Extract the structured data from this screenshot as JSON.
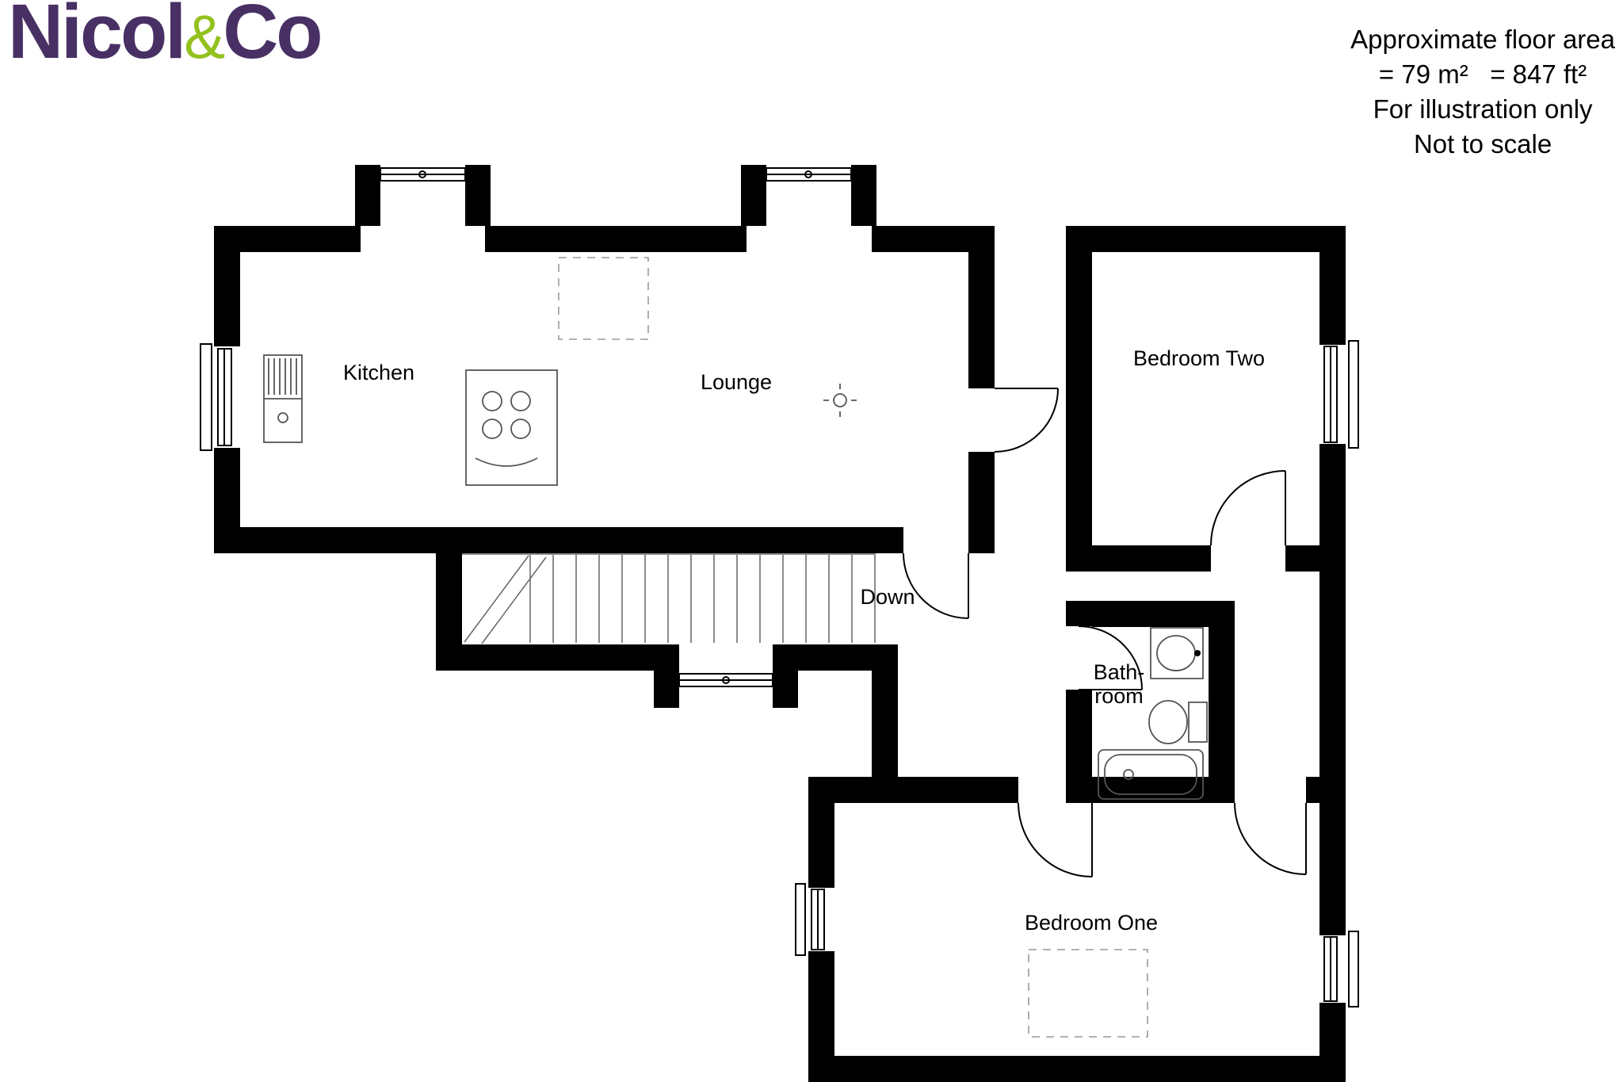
{
  "header": {
    "logo": {
      "first": "Nicol",
      "amp": "&",
      "second": "Co"
    },
    "disclaimer": {
      "line1": "Approximate floor area",
      "line2": "= 79 m²   = 847 ft²",
      "line3": "For illustration only",
      "line4": "Not to scale"
    }
  },
  "plan": {
    "labels": {
      "kitchen": "Kitchen",
      "lounge": "Lounge",
      "stairs": "Down",
      "bedroom_two": "Bedroom Two",
      "bathroom_line1": "Bath-",
      "bathroom_line2": "room",
      "bedroom_one": "Bedroom One"
    },
    "colors": {
      "wall": "#000000",
      "logo_purple": "#483064",
      "logo_green": "#93c11e"
    }
  }
}
